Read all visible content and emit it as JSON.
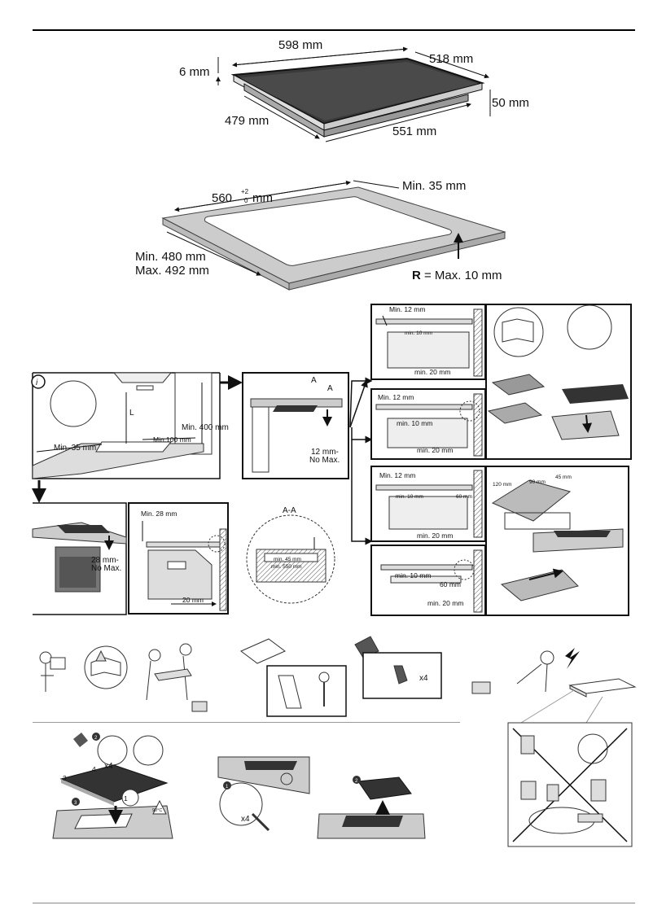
{
  "hob_dims": {
    "width": "598 mm",
    "depth": "518 mm",
    "thickness": "6 mm",
    "height": "50 mm",
    "inner_depth": "479 mm",
    "inner_width": "551 mm"
  },
  "cutout": {
    "width_main": "560",
    "width_tol": "+2",
    "width_tol2": "0",
    "width_unit": "mm",
    "min_edge": "Min. 35 mm",
    "depth_min": "Min. 480 mm",
    "depth_max": "Max. 492 mm",
    "radius_symbol": "R",
    "radius_text": "= Max. 10 mm"
  },
  "kitchen": {
    "info_symbol": "i",
    "hood_label": "L",
    "min400": "Min. 400 mm",
    "min100": "Min.100 mm",
    "min35": "Min. 35 mm",
    "section_a1": "A",
    "section_a2": "A",
    "gap_12a": "12 mm-",
    "gap_12b": "No Max.",
    "gap_28a": "28 mm-",
    "gap_28b": "No Max.",
    "min28": "Min. 28 mm",
    "d20": "20 mm",
    "aa_title": "A-A",
    "aa_min45": "min. 45 mm",
    "aa_min550": "min. 550 mm"
  },
  "sections": {
    "s1_top": "Min. 12 mm",
    "s1_inner": "min. 10 mm",
    "s1_bottom": "min. 20 mm",
    "s2_top": "Min. 12 mm",
    "s2_inner": "min. 10 mm",
    "s2_bottom": "min. 20 mm",
    "s3_top": "Min. 12 mm",
    "s3_inner": "min. 10 mm",
    "s3_right": "60 mm",
    "s3_bottom": "min. 20 mm",
    "s4_inner": "min. 10 mm",
    "s4_right": "60 mm",
    "s4_bottom": "min. 20 mm"
  },
  "drawer": {
    "d120": "120 mm",
    "d90": "90 mm",
    "d45": "45 mm"
  },
  "install": {
    "clips_count": "x4",
    "step1": "1",
    "step2": "2",
    "step3": "3",
    "side3": "3",
    "side4": "4",
    "side2": "2",
    "side1": "1",
    "clip_x4": "x4",
    "temp": "90°C",
    "remove1": "1",
    "remove2": "2",
    "screw_x4": "x4"
  }
}
